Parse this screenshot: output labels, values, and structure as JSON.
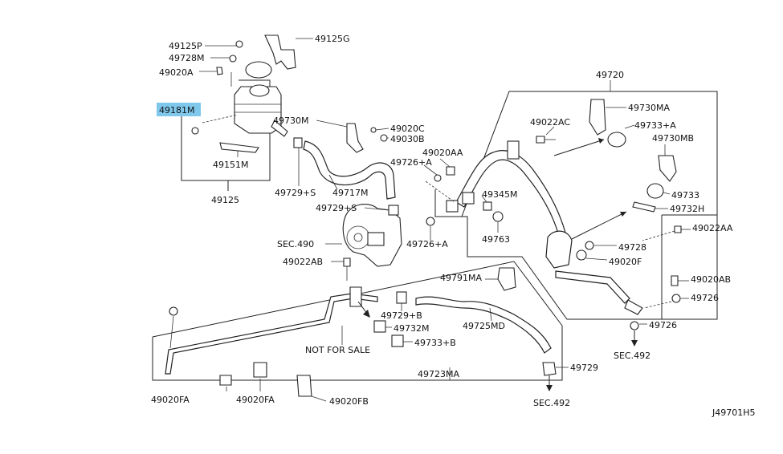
{
  "labels": {
    "p49125P": "49125P",
    "p49125G": "49125G",
    "p49728M": "49728M",
    "p49020A": "49020A",
    "p49181M": "49181M",
    "p49151M": "49151M",
    "p49125": "49125",
    "p49730M": "49730M",
    "p49020C": "49020C",
    "p49030B": "49030B",
    "p49729S_a": "49729+S",
    "p49717M": "49717M",
    "p49729S_b": "49729+S",
    "sec490": "SEC.490",
    "p49022AB": "49022AB",
    "p49020AA": "49020AA",
    "p49726A_a": "49726+A",
    "p49345M": "49345M",
    "p49763": "49763",
    "p49726A_b": "49726+A",
    "p49720": "49720",
    "p49730MA": "49730MA",
    "p49022AC": "49022AC",
    "p49733A": "49733+A",
    "p49730MB": "49730MB",
    "p49733": "49733",
    "p49732H": "49732H",
    "p49022AA": "49022AA",
    "p49728": "49728",
    "p49020F": "49020F",
    "p49020AB": "49020AB",
    "p49726_a": "49726",
    "p49726_b": "49726",
    "sec492_a": "SEC.492",
    "p49791MA": "49791MA",
    "p49729B": "49729+B",
    "p49732M": "49732M",
    "p49725MD": "49725MD",
    "p49733B": "49733+B",
    "notforsale": "NOT FOR SALE",
    "p49723MA": "49723MA",
    "p49729": "49729",
    "sec492_b": "SEC.492",
    "p49020FA_a": "49020FA",
    "p49020FA_b": "49020FA",
    "p49020FB": "49020FB",
    "diagramId": "J49701H5"
  },
  "highlight_color": "#7fc8ec"
}
